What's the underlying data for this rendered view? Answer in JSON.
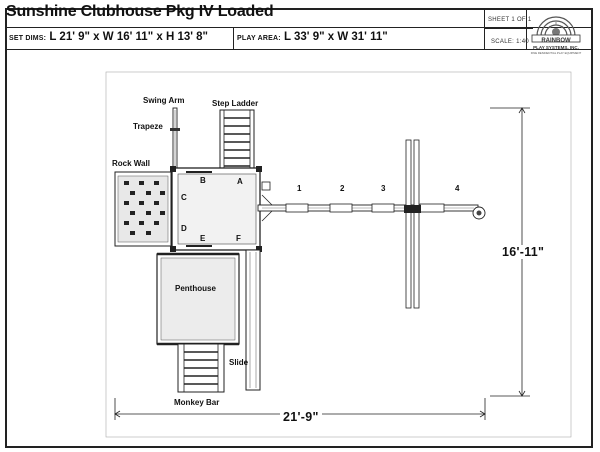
{
  "title": "Sunshine Clubhouse Pkg IV Loaded",
  "set_dims": {
    "label": "SET DIMS:",
    "value": "L 21' 9\" x W 16' 11\" x H 13' 8\""
  },
  "play_area": {
    "label": "PLAY AREA:",
    "value": "L 33' 9\" x W 31' 11\""
  },
  "sheet": "SHEET 1 OF 1",
  "scale": "SCALE: 1:40",
  "logo": {
    "name": "RAINBOW",
    "line1": "PLAY SYSTEMS, INC.",
    "line2": "FINE RESIDENTIAL PLAY EQUIPMENT"
  },
  "labels": {
    "swing_arm": "Swing Arm",
    "step_ladder": "Step Ladder",
    "trapeze": "Trapeze",
    "rock_wall": "Rock Wall",
    "penthouse": "Penthouse",
    "slide": "Slide",
    "monkey_bar": "Monkey Bar"
  },
  "letters": [
    "A",
    "B",
    "C",
    "D",
    "E",
    "F"
  ],
  "positions": [
    "1",
    "2",
    "3",
    "4"
  ],
  "dimensions": {
    "width": "16'-11\"",
    "length": "21'-9\""
  }
}
